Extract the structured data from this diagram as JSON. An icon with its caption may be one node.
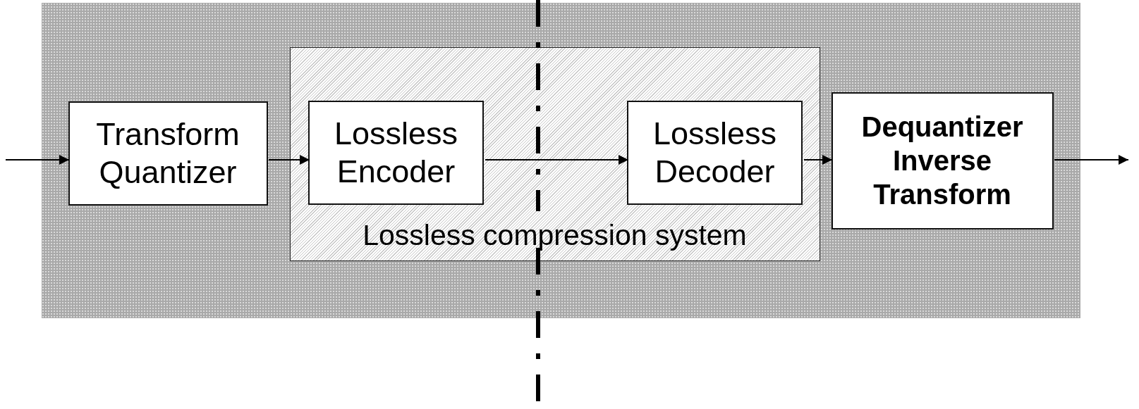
{
  "diagram": {
    "nodes": [
      {
        "text": [],
        "shape": "box"
      },
      {
        "text": [
          "Transform Quantizer"
        ],
        "in": 0
      },
      {
        "text": [
          "Lossless compression system"
        ],
        "in": 0
      },
      {
        "text": [
          "Lossless Encoder"
        ],
        "in": 2
      },
      {
        "text": [
          "Lossless Decoder"
        ],
        "in": 2
      },
      {
        "text": [
          "Dequantizer Inverse Transform"
        ],
        "in": 0
      }
    ],
    "edges": [
      {
        "from": null,
        "to": 1,
        "arrow": "to"
      },
      {
        "from": 1,
        "to": 3,
        "arrow": "to"
      },
      {
        "from": 3,
        "to": 4,
        "arrow": "to"
      },
      {
        "from": 4,
        "to": 5,
        "arrow": "to"
      },
      {
        "from": 5,
        "to": null,
        "arrow": "to"
      }
    ]
  }
}
